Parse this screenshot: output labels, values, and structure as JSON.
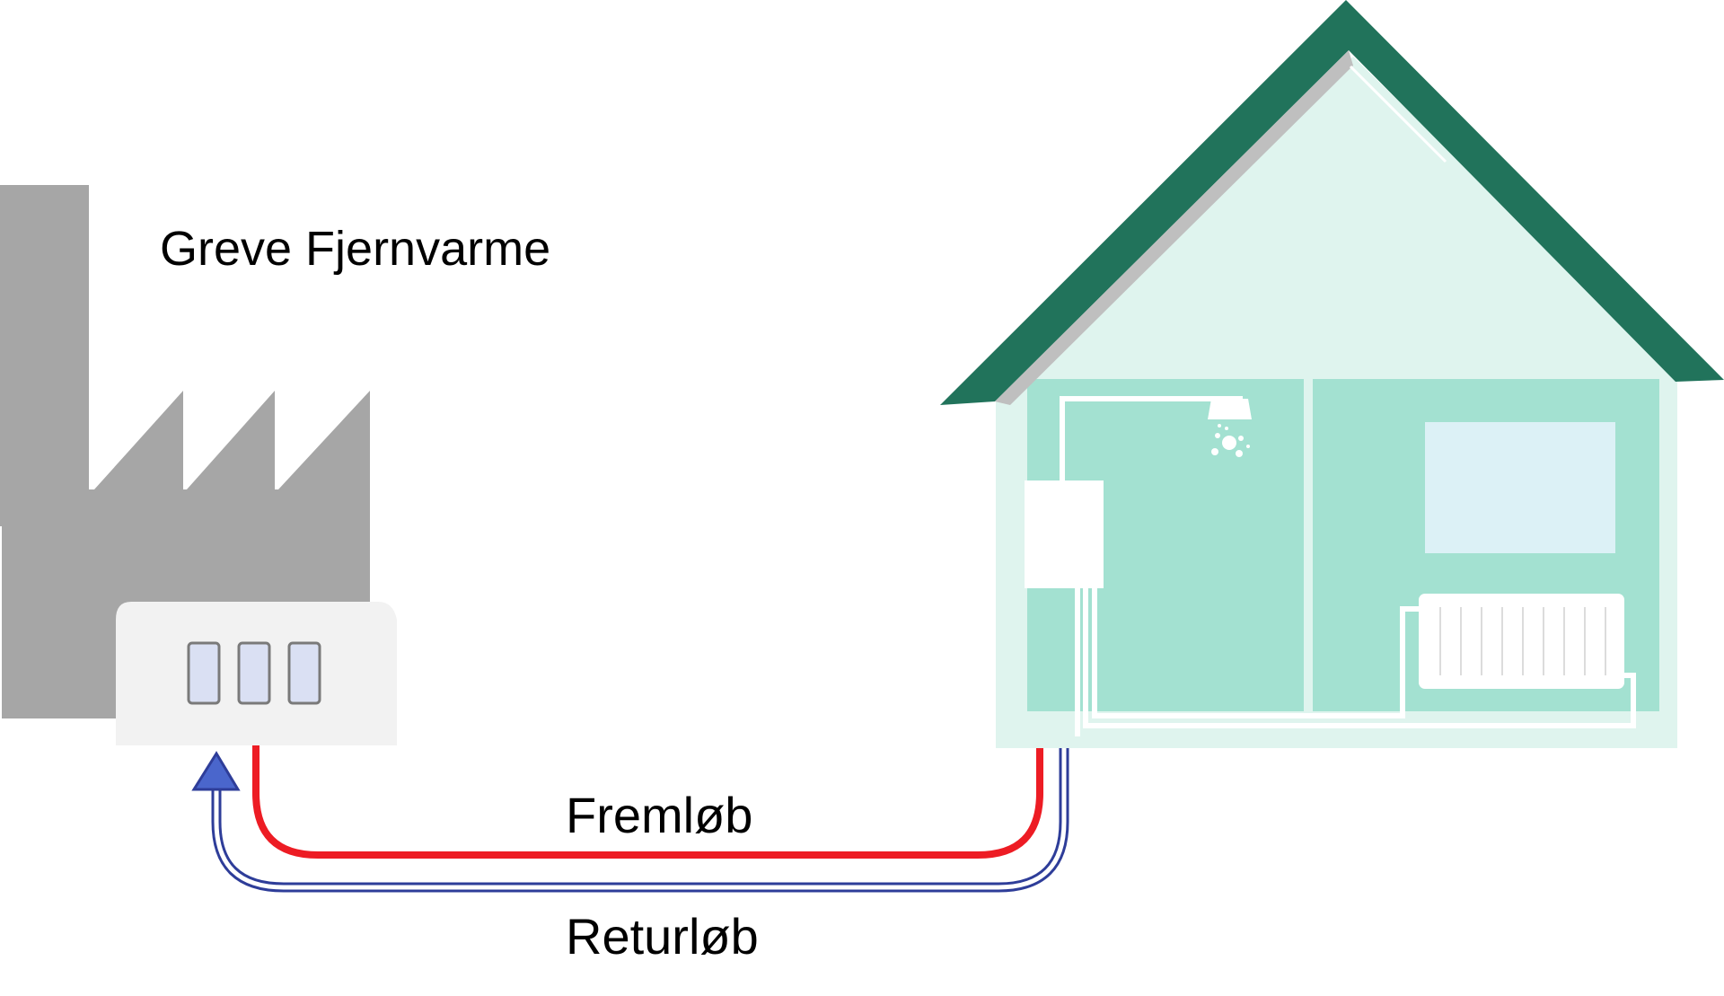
{
  "plant": {
    "title": "Greve Fjernvarme"
  },
  "pipes": {
    "flow_label": "Fremløb",
    "return_label": "Returløb"
  },
  "colors": {
    "factory": "#a6a6a6",
    "plant_box": "#f2f2f2",
    "plant_window": "#dae0f3",
    "flow_pipe": "#ed1c24",
    "return_pipe": "#2e3d99",
    "return_arrow": "#4a66cc",
    "roof": "#21735b",
    "house_outer": "#dff4ee",
    "house_room": "#a3e1d1",
    "window": "#dcf1f6",
    "pipe_white": "#ffffff"
  }
}
